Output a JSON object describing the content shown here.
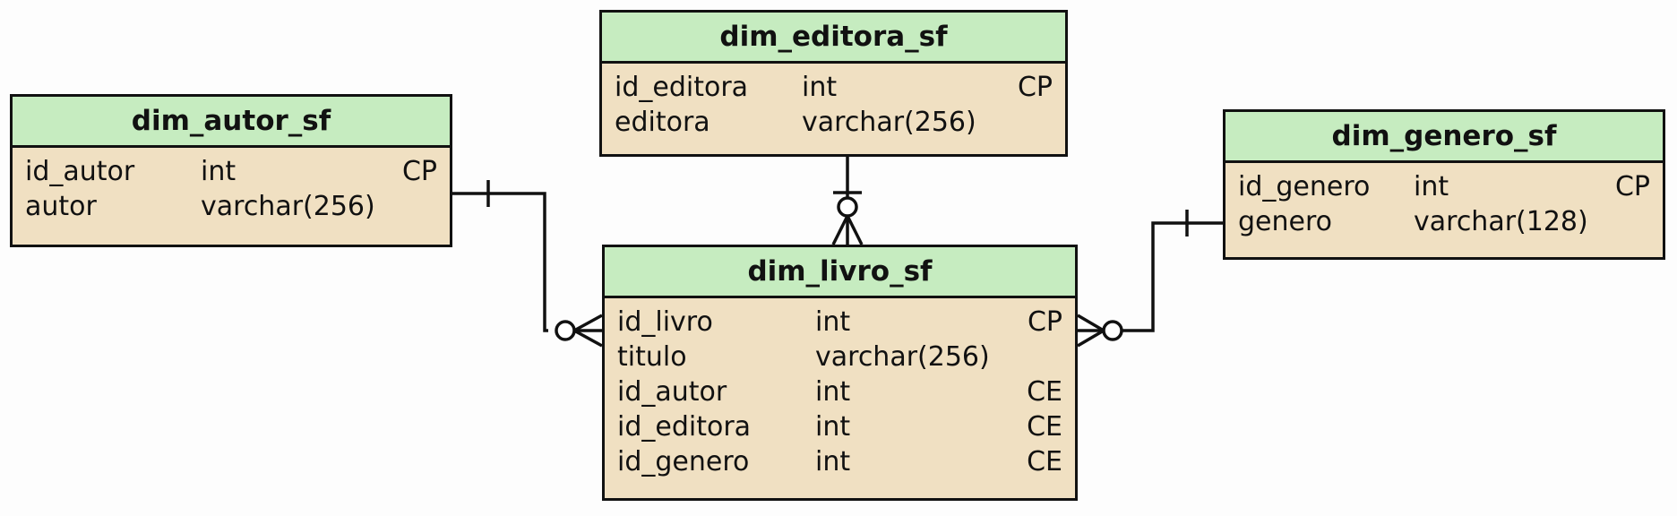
{
  "colors": {
    "header": "#c6ecc0",
    "body": "#f0e0c2",
    "border": "#111111",
    "background": "#fdfdfd"
  },
  "entities": {
    "autor": {
      "title": "dim_autor_sf",
      "rows": [
        {
          "name": "id_autor",
          "type": "int",
          "key": "CP"
        },
        {
          "name": "autor",
          "type": "varchar(256)",
          "key": ""
        }
      ]
    },
    "editora": {
      "title": "dim_editora_sf",
      "rows": [
        {
          "name": "id_editora",
          "type": "int",
          "key": "CP"
        },
        {
          "name": "editora",
          "type": "varchar(256)",
          "key": ""
        }
      ]
    },
    "genero": {
      "title": "dim_genero_sf",
      "rows": [
        {
          "name": "id_genero",
          "type": "int",
          "key": "CP"
        },
        {
          "name": "genero",
          "type": "varchar(128)",
          "key": ""
        }
      ]
    },
    "livro": {
      "title": "dim_livro_sf",
      "rows": [
        {
          "name": "id_livro",
          "type": "int",
          "key": "CP"
        },
        {
          "name": "titulo",
          "type": "varchar(256)",
          "key": ""
        },
        {
          "name": "id_autor",
          "type": "int",
          "key": "CE"
        },
        {
          "name": "id_editora",
          "type": "int",
          "key": "CE"
        },
        {
          "name": "id_genero",
          "type": "int",
          "key": "CE"
        }
      ]
    }
  },
  "relationships": [
    {
      "from": "dim_autor_sf",
      "to": "dim_livro_sf",
      "from_cardinality": "one",
      "to_cardinality": "zero-or-many"
    },
    {
      "from": "dim_editora_sf",
      "to": "dim_livro_sf",
      "from_cardinality": "one",
      "to_cardinality": "zero-or-many"
    },
    {
      "from": "dim_genero_sf",
      "to": "dim_livro_sf",
      "from_cardinality": "one",
      "to_cardinality": "zero-or-many"
    }
  ]
}
